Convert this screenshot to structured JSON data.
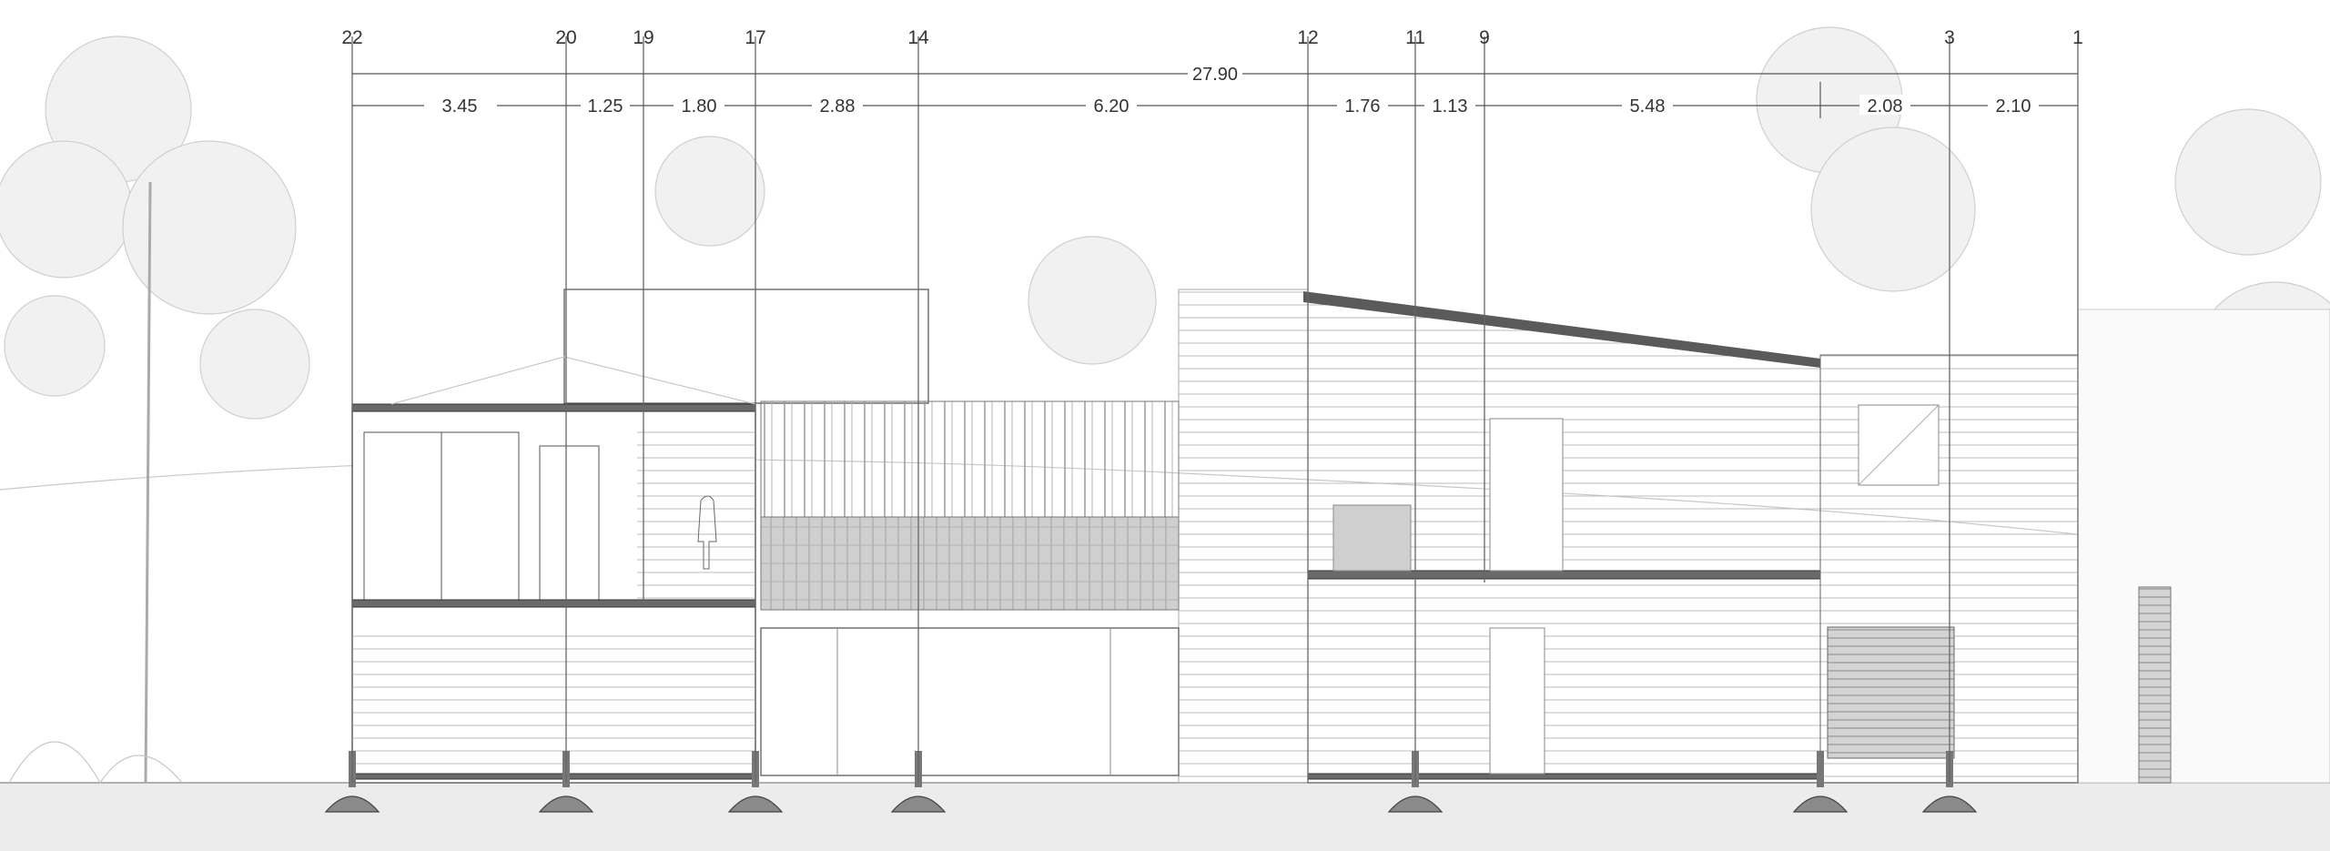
{
  "drawing": {
    "type": "building cross-section",
    "grid_labels": [
      "22",
      "20",
      "19",
      "17",
      "14",
      "12",
      "11",
      "9",
      "3",
      "1"
    ],
    "overall_dimension": "27.90",
    "dimensions": [
      "3.45",
      "1.25",
      "1.80",
      "2.88",
      "6.20",
      "1.76",
      "1.13",
      "5.48",
      "2.08",
      "2.10"
    ]
  }
}
